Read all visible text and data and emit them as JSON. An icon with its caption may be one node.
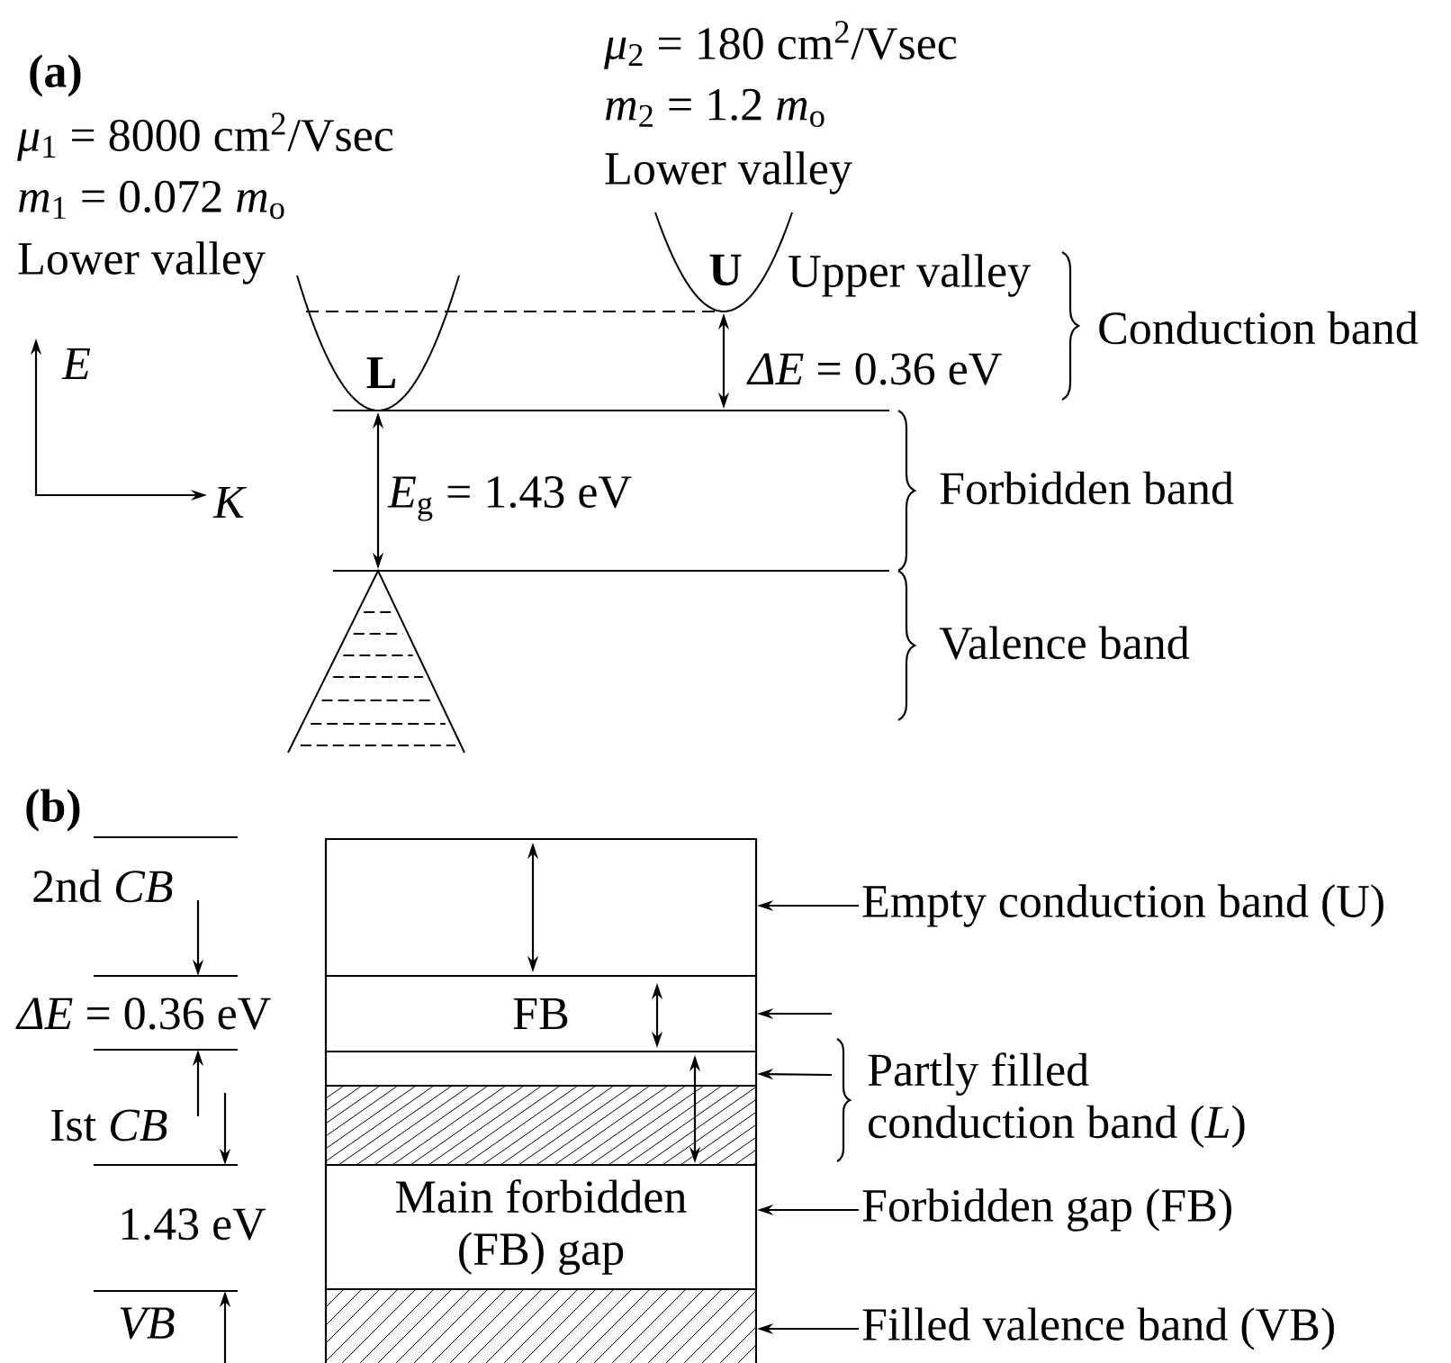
{
  "diagram": {
    "nodes": [
      {
        "text": [],
        "shape": "box"
      },
      {
        "text": [
          "FB"
        ]
      },
      {
        "text": [],
        "shape": "box"
      },
      {
        "text": [
          "Main forbidden (FB) gap"
        ]
      },
      {
        "text": [],
        "shape": "box"
      },
      {
        "text": [
          "Empty conduction band (U)"
        ]
      },
      {
        "text": [
          "Partly filled conduction band (*L*)"
        ]
      },
      {
        "text": [
          "Forbidden gap (FB)"
        ]
      },
      {
        "text": [
          "Filled valence band (VB)"
        ]
      }
    ],
    "edges": [
      {
        "from": 5,
        "to": 0,
        "arrow": "to"
      },
      {
        "from": null,
        "to": 1,
        "arrow": "to"
      },
      {
        "from": 6,
        "to": 2,
        "arrow": "to"
      },
      {
        "from": 7,
        "to": 3,
        "arrow": "to"
      },
      {
        "from": 8,
        "to": 4,
        "arrow": "to"
      }
    ],
    "labels": [
      "(a)",
      "*μ*$_{2}$ = 180 cm$^{2}$/Vsec",
      "*m*$_{2}$ = 1.2 *m*$_{o}$",
      "*μ*$_{1}$ = 8000 cm$^{2}$/Vsec",
      "Lower valley",
      "*m*$_{1}$ = 0.072 *m*$_{o}$",
      "Lower valley",
      "U",
      "Upper valley",
      "Conduction band",
      "*E*",
      "L",
      "*ΔE* = 0.36 eV",
      "Forbidden band",
      "*K*",
      "*E*$_{g}$ = 1.43 eV",
      "Valence band",
      "(b)",
      "2nd *CB*",
      "*ΔE* = 0.36 eV",
      "Ist *CB*",
      "1.43 eV",
      "*VB*"
    ]
  }
}
